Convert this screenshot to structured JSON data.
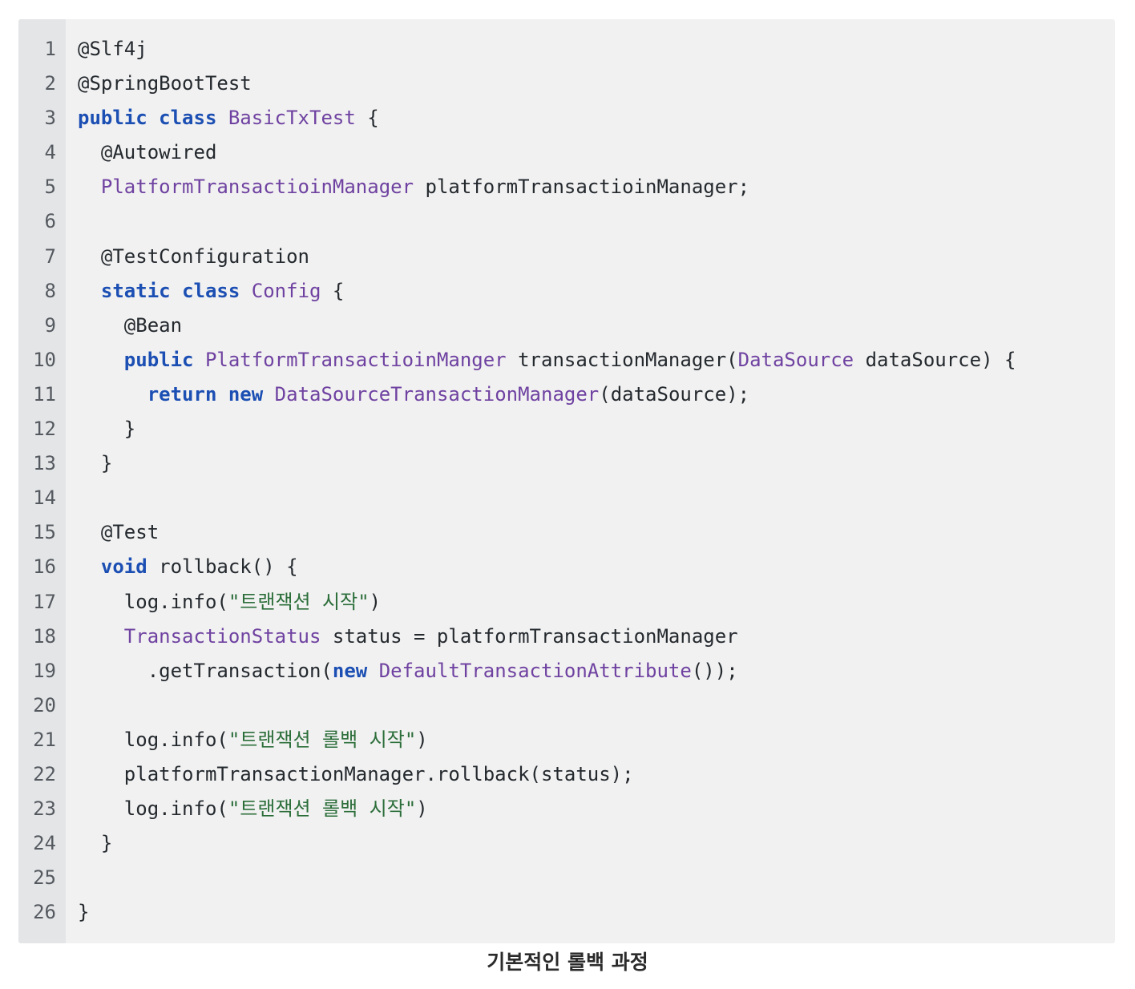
{
  "code": {
    "lines": [
      [
        {
          "t": "@Slf4j",
          "k": "plain"
        }
      ],
      [
        {
          "t": "@SpringBootTest",
          "k": "plain"
        }
      ],
      [
        {
          "t": "public",
          "k": "kw"
        },
        {
          "t": " ",
          "k": "plain"
        },
        {
          "t": "class",
          "k": "kw"
        },
        {
          "t": " ",
          "k": "plain"
        },
        {
          "t": "BasicTxTest",
          "k": "type"
        },
        {
          "t": " {",
          "k": "plain"
        }
      ],
      [
        {
          "t": "  @Autowired",
          "k": "plain"
        }
      ],
      [
        {
          "t": "  ",
          "k": "plain"
        },
        {
          "t": "PlatformTransactioinManager",
          "k": "type"
        },
        {
          "t": " platformTransactioinManager;",
          "k": "plain"
        }
      ],
      [],
      [
        {
          "t": "  @TestConfiguration",
          "k": "plain"
        }
      ],
      [
        {
          "t": "  ",
          "k": "plain"
        },
        {
          "t": "static",
          "k": "kw"
        },
        {
          "t": " ",
          "k": "plain"
        },
        {
          "t": "class",
          "k": "kw"
        },
        {
          "t": " ",
          "k": "plain"
        },
        {
          "t": "Config",
          "k": "type"
        },
        {
          "t": " {",
          "k": "plain"
        }
      ],
      [
        {
          "t": "    @Bean",
          "k": "plain"
        }
      ],
      [
        {
          "t": "    ",
          "k": "plain"
        },
        {
          "t": "public",
          "k": "kw"
        },
        {
          "t": " ",
          "k": "plain"
        },
        {
          "t": "PlatformTransactioinManger",
          "k": "type"
        },
        {
          "t": " transactionManager(",
          "k": "plain"
        },
        {
          "t": "DataSource",
          "k": "type"
        },
        {
          "t": " dataSource) {",
          "k": "plain"
        }
      ],
      [
        {
          "t": "      ",
          "k": "plain"
        },
        {
          "t": "return",
          "k": "kw"
        },
        {
          "t": " ",
          "k": "plain"
        },
        {
          "t": "new",
          "k": "kw"
        },
        {
          "t": " ",
          "k": "plain"
        },
        {
          "t": "DataSourceTransactionManager",
          "k": "type"
        },
        {
          "t": "(dataSource);",
          "k": "plain"
        }
      ],
      [
        {
          "t": "    }",
          "k": "plain"
        }
      ],
      [
        {
          "t": "  }",
          "k": "plain"
        }
      ],
      [],
      [
        {
          "t": "  @Test",
          "k": "plain"
        }
      ],
      [
        {
          "t": "  ",
          "k": "plain"
        },
        {
          "t": "void",
          "k": "kw"
        },
        {
          "t": " rollback() {",
          "k": "plain"
        }
      ],
      [
        {
          "t": "    log.info(",
          "k": "plain"
        },
        {
          "t": "\"트랜잭션 시작\"",
          "k": "str"
        },
        {
          "t": ")",
          "k": "plain"
        }
      ],
      [
        {
          "t": "    ",
          "k": "plain"
        },
        {
          "t": "TransactionStatus",
          "k": "type"
        },
        {
          "t": " status = platformTransactionManager",
          "k": "plain"
        }
      ],
      [
        {
          "t": "      .getTransaction(",
          "k": "plain"
        },
        {
          "t": "new",
          "k": "kw"
        },
        {
          "t": " ",
          "k": "plain"
        },
        {
          "t": "DefaultTransactionAttribute",
          "k": "type"
        },
        {
          "t": "());",
          "k": "plain"
        }
      ],
      [],
      [
        {
          "t": "    log.info(",
          "k": "plain"
        },
        {
          "t": "\"트랜잭션 롤백 시작\"",
          "k": "str"
        },
        {
          "t": ")",
          "k": "plain"
        }
      ],
      [
        {
          "t": "    platformTransactionManager.rollback(status);",
          "k": "plain"
        }
      ],
      [
        {
          "t": "    log.info(",
          "k": "plain"
        },
        {
          "t": "\"트랜잭션 롤백 시작\"",
          "k": "str"
        },
        {
          "t": ")",
          "k": "plain"
        }
      ],
      [
        {
          "t": "  }",
          "k": "plain"
        }
      ],
      [],
      [
        {
          "t": "}",
          "k": "plain"
        }
      ]
    ],
    "line_numbers": [
      "1",
      "2",
      "3",
      "4",
      "5",
      "6",
      "7",
      "8",
      "9",
      "10",
      "11",
      "12",
      "13",
      "14",
      "15",
      "16",
      "17",
      "18",
      "19",
      "20",
      "21",
      "22",
      "23",
      "24",
      "25",
      "26"
    ]
  },
  "caption": "기본적인 롤백 과정",
  "colors": {
    "keyword": "#1c4fb3",
    "type": "#6f42a1",
    "string": "#2c6e3a",
    "background": "#f1f1f1",
    "gutter": "#e4e5e7"
  }
}
